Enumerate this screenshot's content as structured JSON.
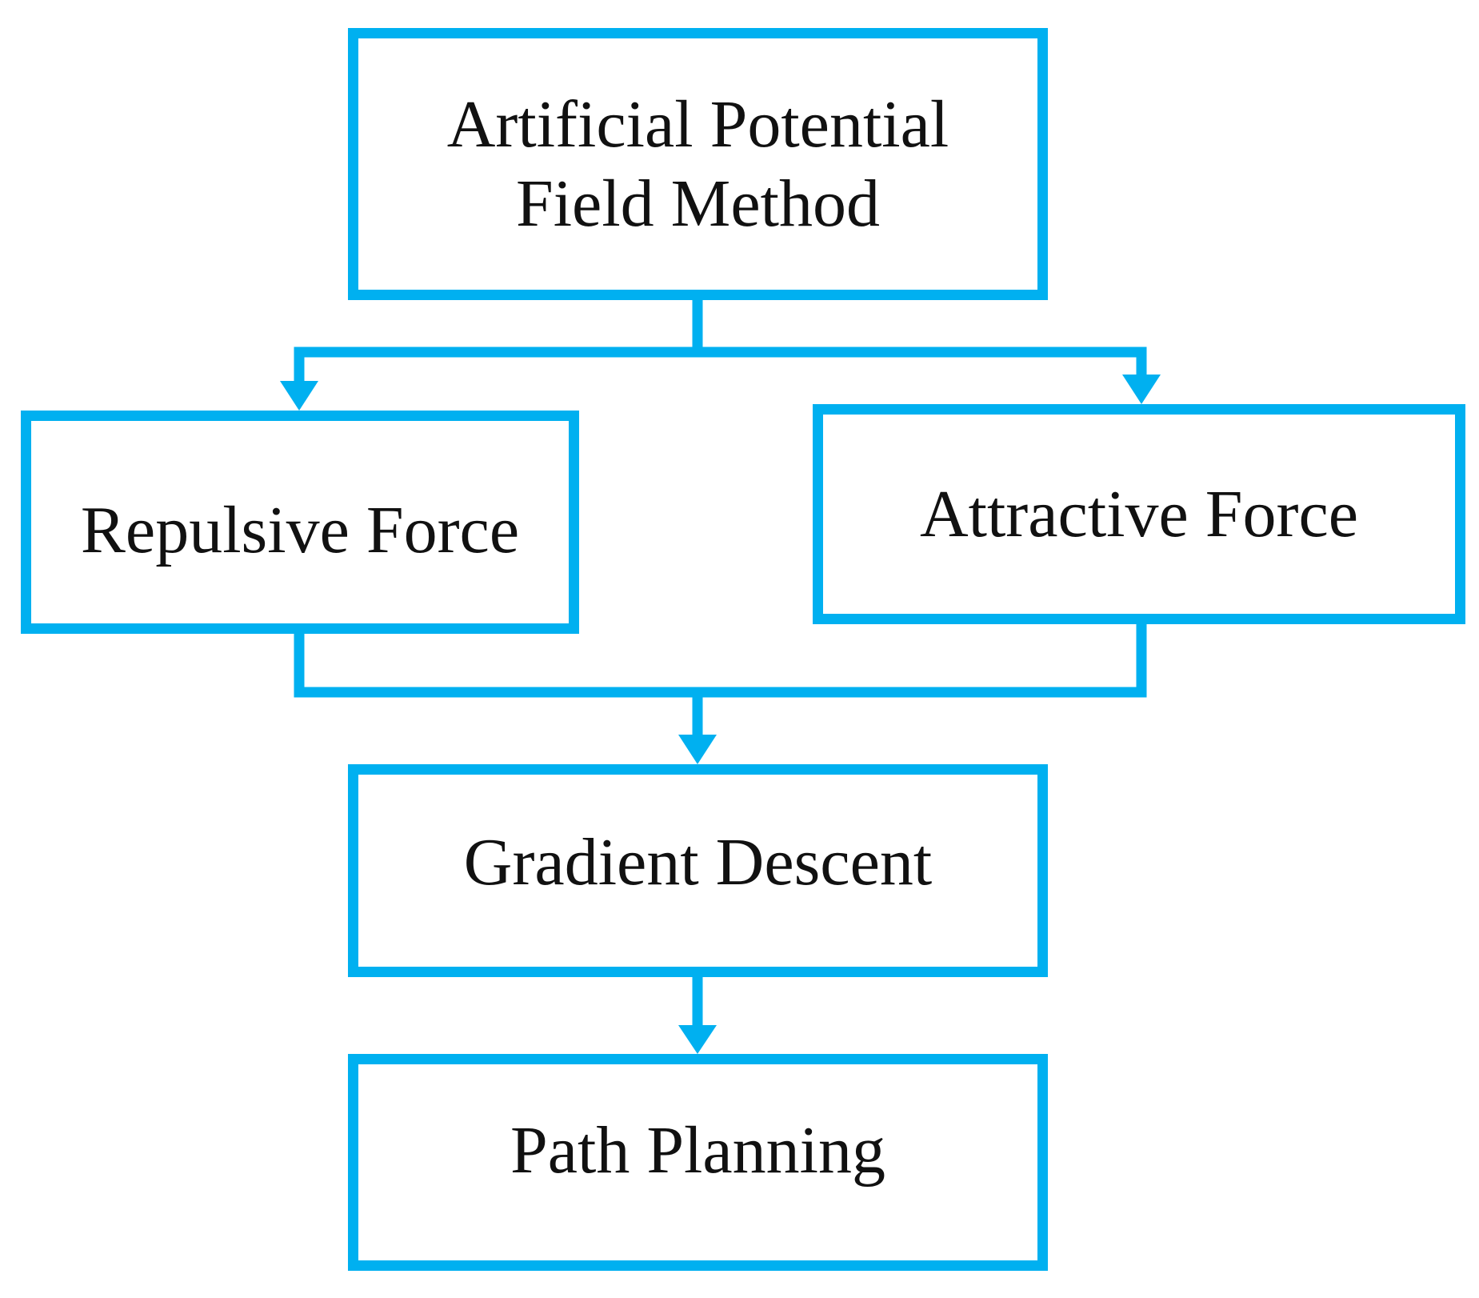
{
  "colors": {
    "accent": "#00b0f0",
    "text": "#111111",
    "background": "#ffffff"
  },
  "nodes": {
    "apf": {
      "line1": "Artificial Potential",
      "line2": "Field Method"
    },
    "repulsive": {
      "label": "Repulsive Force"
    },
    "attractive": {
      "label": "Attractive Force"
    },
    "gradient": {
      "label": "Gradient Descent"
    },
    "path": {
      "label": "Path Planning"
    }
  },
  "edges": [
    {
      "from": "apf",
      "to": "repulsive"
    },
    {
      "from": "apf",
      "to": "attractive"
    },
    {
      "from": "repulsive",
      "to": "gradient"
    },
    {
      "from": "attractive",
      "to": "gradient"
    },
    {
      "from": "gradient",
      "to": "path"
    }
  ]
}
